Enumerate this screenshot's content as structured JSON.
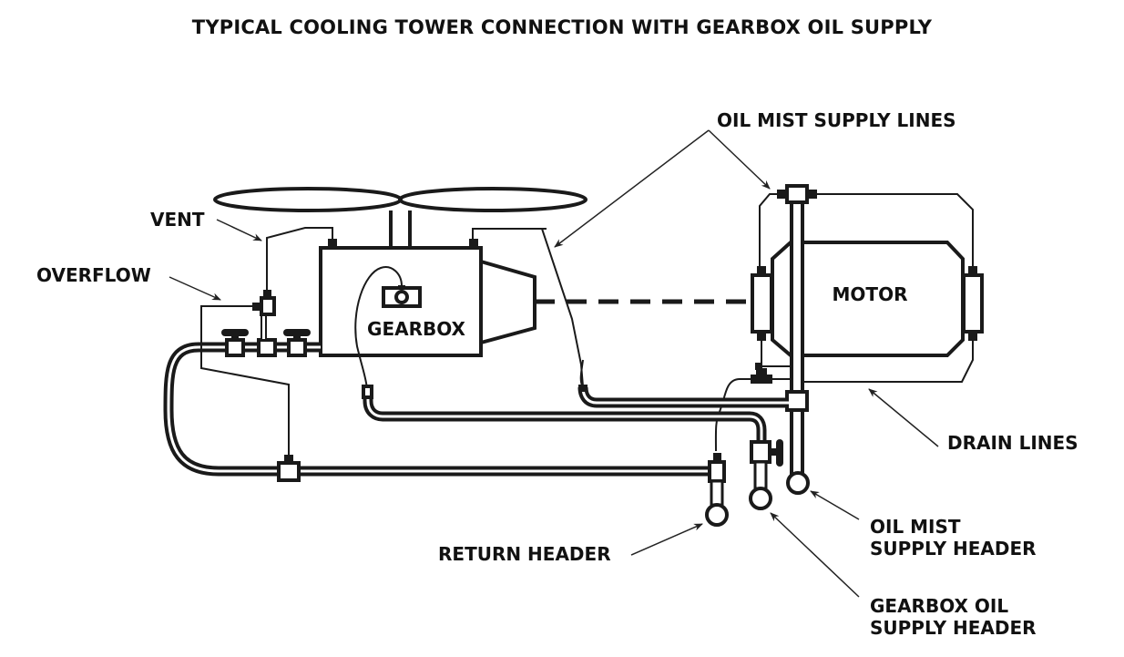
{
  "title": "TYPICAL COOLING TOWER CONNECTION WITH GEARBOX OIL SUPPLY",
  "components": {
    "gearbox": "GEARBOX",
    "motor": "MOTOR"
  },
  "labels": {
    "vent": "VENT",
    "overflow": "OVERFLOW",
    "oil_mist_supply_lines": "OIL MIST SUPPLY LINES",
    "drain_lines": "DRAIN LINES",
    "return_header": "RETURN HEADER",
    "oil_mist_supply_header": [
      "OIL MIST",
      "SUPPLY HEADER"
    ],
    "gearbox_oil_supply_header": [
      "GEARBOX OIL",
      "SUPPLY HEADER"
    ]
  },
  "colors": {
    "line": "#1a1a1a",
    "background": "#ffffff"
  }
}
